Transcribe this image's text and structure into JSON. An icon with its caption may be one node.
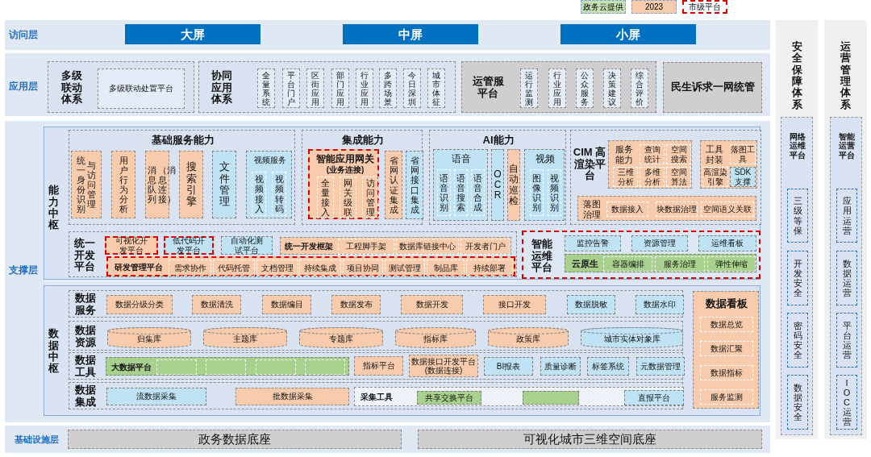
{
  "diagram": {
    "nodes": [
      {
        "text": [
          "访问层"
        ]
      },
      {
        "text": [
          "大屏"
        ],
        "in": 0
      },
      {
        "text": [
          "中屏"
        ],
        "in": 0
      },
      {
        "text": [
          "小屏"
        ],
        "in": 0
      },
      {
        "text": [
          "应用层"
        ]
      },
      {
        "text": [
          "多级联动体系"
        ],
        "in": 4
      },
      {
        "text": [
          "多级联动处置平台"
        ],
        "in": 5
      },
      {
        "text": [
          "协同应用体系"
        ],
        "in": 4
      },
      {
        "text": [
          "全量系统"
        ],
        "in": 7
      },
      {
        "text": [
          "平台门户"
        ],
        "in": 7
      },
      {
        "text": [
          "区街应用"
        ],
        "in": 7
      },
      {
        "text": [
          "部门应用"
        ],
        "in": 7
      },
      {
        "text": [
          "行业应用"
        ],
        "in": 7
      },
      {
        "text": [
          "多跨场景"
        ],
        "in": 7
      },
      {
        "text": [
          "今日深圳"
        ],
        "in": 7
      },
      {
        "text": [
          "城市体征"
        ],
        "in": 7
      },
      {
        "text": [
          "运管服平台"
        ],
        "in": 4
      },
      {
        "text": [
          "运行监测"
        ],
        "in": 16
      },
      {
        "text": [
          "行业应用"
        ],
        "in": 16
      },
      {
        "text": [
          "公众服务"
        ],
        "in": 16
      },
      {
        "text": [
          "决策建议"
        ],
        "in": 16
      },
      {
        "text": [
          "综合评价"
        ],
        "in": 16
      },
      {
        "text": [
          "民生诉求一网统管"
        ],
        "in": 4
      },
      {
        "text": [
          "支撑层"
        ]
      },
      {
        "text": [
          "能力中枢"
        ],
        "in": 23
      },
      {
        "text": [
          "基础服务能力"
        ],
        "in": 24
      },
      {
        "text": [
          "统一身份识别与访问管理"
        ],
        "in": 25
      },
      {
        "text": [
          "用户行为分析"
        ],
        "in": 25
      },
      {
        "text": [
          "消息队列（消息连接）"
        ],
        "in": 25
      },
      {
        "text": [
          "搜索引擎"
        ],
        "in": 25
      },
      {
        "text": [
          "文件管理"
        ],
        "in": 25
      },
      {
        "text": [
          "视频服务"
        ],
        "in": 25
      },
      {
        "text": [
          "视频接入"
        ],
        "in": 31
      },
      {
        "text": [
          "视频转码"
        ],
        "in": 31
      },
      {
        "text": [
          "集成能力"
        ],
        "in": 24
      },
      {
        "text": [
          "智能应用网关",
          "(业务连接)"
        ],
        "in": 34
      },
      {
        "text": [
          "全量接入"
        ],
        "in": 35
      },
      {
        "text": [
          "网关级联"
        ],
        "in": 35
      },
      {
        "text": [
          "访问管理"
        ],
        "in": 35
      },
      {
        "text": [
          "省网认证集成"
        ],
        "in": 34
      },
      {
        "text": [
          "省网接口集成"
        ],
        "in": 34
      },
      {
        "text": [
          "AI能力"
        ],
        "in": 24
      },
      {
        "text": [
          "语音"
        ],
        "in": 41
      },
      {
        "text": [
          "语音识别"
        ],
        "in": 42
      },
      {
        "text": [
          "语音搜索"
        ],
        "in": 42
      },
      {
        "text": [
          "语音合成"
        ],
        "in": 42
      },
      {
        "text": [
          "OCR"
        ],
        "in": 41
      },
      {
        "text": [
          "自动巡检"
        ],
        "in": 41
      },
      {
        "text": [
          "视频"
        ],
        "in": 41
      },
      {
        "text": [
          "图像识别"
        ],
        "in": 48
      },
      {
        "text": [
          "视频识别"
        ],
        "in": 48
      },
      {
        "text": [
          "CIM 高渲染平台"
        ],
        "in": 24
      },
      {
        "text": [
          "服务能力"
        ],
        "in": 51
      },
      {
        "text": [
          "查询统计"
        ],
        "in": 52
      },
      {
        "text": [
          "空间搜索"
        ],
        "in": 52
      },
      {
        "text": [
          "三维分析"
        ],
        "in": 52
      },
      {
        "text": [
          "多维分析"
        ],
        "in": 52
      },
      {
        "text": [
          "空间算法"
        ],
        "in": 52
      },
      {
        "text": [
          "工具封装"
        ],
        "in": 51
      },
      {
        "text": [
          "落图工具"
        ],
        "in": 58
      },
      {
        "text": [
          "高渲染引擎"
        ],
        "in": 58
      },
      {
        "text": [
          "SDK支撑"
        ],
        "in": 58
      },
      {
        "text": [
          "落图治理"
        ],
        "in": 51
      },
      {
        "text": [
          "数据接入"
        ],
        "in": 62
      },
      {
        "text": [
          "块数据治理"
        ],
        "in": 62
      },
      {
        "text": [
          "空间语义关联"
        ],
        "in": 62
      },
      {
        "text": [
          "统一开发平台"
        ],
        "in": 24
      },
      {
        "text": [
          "可视化开发平台"
        ],
        "in": 66
      },
      {
        "text": [
          "低代码开发平台"
        ],
        "in": 66
      },
      {
        "text": [
          "自动化测试平台"
        ],
        "in": 66
      },
      {
        "text": [
          "统一开发框架"
        ],
        "in": 66
      },
      {
        "text": [
          "工程脚手架"
        ],
        "in": 70
      },
      {
        "text": [
          "数据库链接中心"
        ],
        "in": 70
      },
      {
        "text": [
          "开发者门户"
        ],
        "in": 70
      },
      {
        "text": [
          "研发管理平台"
        ],
        "in": 66
      },
      {
        "text": [
          "需求协作"
        ],
        "in": 74
      },
      {
        "text": [
          "代码托管"
        ],
        "in": 74
      },
      {
        "text": [
          "文档管理"
        ],
        "in": 74
      },
      {
        "text": [
          "持续集成"
        ],
        "in": 74
      },
      {
        "text": [
          "项目协同"
        ],
        "in": 74
      },
      {
        "text": [
          "测试管理"
        ],
        "in": 74
      },
      {
        "text": [
          "制品库"
        ],
        "in": 74
      },
      {
        "text": [
          "持续部署"
        ],
        "in": 74
      },
      {
        "text": [
          "智能运维平台"
        ],
        "in": 24
      },
      {
        "text": [
          "监控告警"
        ],
        "in": 83
      },
      {
        "text": [
          "资源管理"
        ],
        "in": 83
      },
      {
        "text": [
          "运维看板"
        ],
        "in": 83
      },
      {
        "text": [
          "云原生"
        ],
        "in": 83
      },
      {
        "text": [
          "容器编排"
        ],
        "in": 87
      },
      {
        "text": [
          "服务治理"
        ],
        "in": 87
      },
      {
        "text": [
          "弹性伸缩"
        ],
        "in": 87
      },
      {
        "text": [
          "数据中枢"
        ],
        "in": 23
      },
      {
        "text": [
          "数据服务"
        ],
        "in": 91
      },
      {
        "text": [
          "数据分级分类"
        ],
        "in": 92
      },
      {
        "text": [
          "数据清洗"
        ],
        "in": 92
      },
      {
        "text": [
          "数据编目"
        ],
        "in": 92
      },
      {
        "text": [
          "数据发布"
        ],
        "in": 92
      },
      {
        "text": [
          "数据开发"
        ],
        "in": 92
      },
      {
        "text": [
          "接口开发"
        ],
        "in": 92
      },
      {
        "text": [
          "数据脱敏"
        ],
        "in": 92
      },
      {
        "text": [
          "数据水印"
        ],
        "in": 92
      },
      {
        "text": [
          "数据资源"
        ],
        "in": 91
      },
      {
        "text": [
          "归集库"
        ],
        "in": 101
      },
      {
        "text": [
          "主题库"
        ],
        "in": 101
      },
      {
        "text": [
          "专题库"
        ],
        "in": 101
      },
      {
        "text": [
          "指标库"
        ],
        "in": 101
      },
      {
        "text": [
          "政策库"
        ],
        "in": 101
      },
      {
        "text": [
          "城市实体对象库"
        ],
        "in": 101
      },
      {
        "text": [
          "数据工具"
        ],
        "in": 91
      },
      {
        "text": [
          "大数据平台"
        ],
        "in": 108
      },
      {
        "text": [],
        "shape": "box",
        "in": 109
      },
      {
        "text": [],
        "shape": "box",
        "in": 109
      },
      {
        "text": [],
        "shape": "box",
        "in": 109
      },
      {
        "text": [],
        "shape": "box",
        "in": 109
      },
      {
        "text": [
          "指标平台"
        ],
        "in": 108
      },
      {
        "text": [
          "数据接口开发平台 (数据连接)"
        ],
        "in": 108
      },
      {
        "text": [
          "BI报表"
        ],
        "in": 108
      },
      {
        "text": [
          "质量诊断"
        ],
        "in": 108
      },
      {
        "text": [
          "标签系统"
        ],
        "in": 108
      },
      {
        "text": [
          "元数据管理"
        ],
        "in": 108
      },
      {
        "text": [
          "数据集成"
        ],
        "in": 91
      },
      {
        "text": [
          "流数据采集"
        ],
        "in": 120
      },
      {
        "text": [
          "批数据采集"
        ],
        "in": 120
      },
      {
        "text": [
          "采集工具"
        ],
        "in": 120
      },
      {
        "text": [
          "共享交换平台"
        ],
        "in": 123
      },
      {
        "text": [],
        "shape": "box",
        "in": 123
      },
      {
        "text": [
          "直报平台"
        ],
        "in": 123
      },
      {
        "text": [
          "数据看板"
        ],
        "in": 91
      },
      {
        "text": [
          "数据总览"
        ],
        "in": 127
      },
      {
        "text": [
          "数据汇聚"
        ],
        "in": 127
      },
      {
        "text": [
          "数据指标"
        ],
        "in": 127
      },
      {
        "text": [
          "服务监测"
        ],
        "in": 127
      },
      {
        "text": [
          "基础设施层"
        ]
      },
      {
        "text": [
          "政务数据底座"
        ],
        "in": 132
      },
      {
        "text": [
          "可视化城市三维空间底座"
        ],
        "in": 132
      },
      {
        "text": [
          "安全保障体系"
        ]
      },
      {
        "text": [
          "网络运维平台"
        ],
        "in": 135
      },
      {
        "text": [
          "三级等保"
        ],
        "in": 136
      },
      {
        "text": [
          "开发安全"
        ],
        "in": 136
      },
      {
        "text": [
          "密码安全"
        ],
        "in": 136
      },
      {
        "text": [
          "数据安全"
        ],
        "in": 136
      },
      {
        "text": [
          "运营管理体系"
        ]
      },
      {
        "text": [
          "智能运营平台"
        ],
        "in": 141
      },
      {
        "text": [
          "应用运营"
        ],
        "in": 142
      },
      {
        "text": [
          "数据运营"
        ],
        "in": 142
      },
      {
        "text": [
          "平台运营"
        ],
        "in": 142
      },
      {
        "text": [
          "IOC运营"
        ],
        "in": 142
      }
    ],
    "legend": [
      {
        "text": "政务云提供",
        "color": "#c5e0b4"
      },
      {
        "text": "2023",
        "color": "#f8cbad"
      },
      {
        "text": "市级平台"
      }
    ]
  }
}
